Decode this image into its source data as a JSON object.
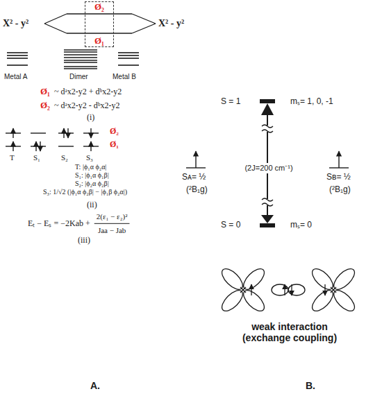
{
  "diagram": {
    "nodes": [
      {
        "text": [
          "Ø₂",
          "Ø₁"
        ]
      }
    ],
    "labels": [
      "X² - y²",
      "X² - y²",
      "Metal A",
      "Dimer",
      "Metal B",
      "Ø₁",
      "~ dᵃx2-y2 + dᵇx2-y2",
      "Ø₂",
      "~ dᵃx2-y2 - dᵇx2-y2",
      "(i)",
      "Ø₂",
      "Ø₁",
      "T",
      "S₁",
      "S₂",
      "S₃",
      "T: |ϕ₁α ϕ₂α|",
      "S₁: |ϕ₁α ϕ₁β|",
      "S₂: |ϕ₂α ϕ₂β|",
      "S₃: 1/√2 (|ϕ₁α ϕ₂β| − |ϕ₁β ϕ₂α|)",
      "(ii)",
      "Eₜ − Eₛ = −2Kab +",
      "2(ε₁ − ε₂)²",
      "Jaa − Jab",
      "(iii)",
      "A.",
      "S = 1",
      "mₛ= 1, 0, -1",
      "(2J=200 cm⁻¹)",
      "Sᴀ= ½",
      "(²B₁g)",
      "Sʙ= ½",
      "(²B₁g)",
      "S = 0",
      "mₛ= 0",
      "weak interaction (exchange coupling)",
      "B."
    ]
  }
}
